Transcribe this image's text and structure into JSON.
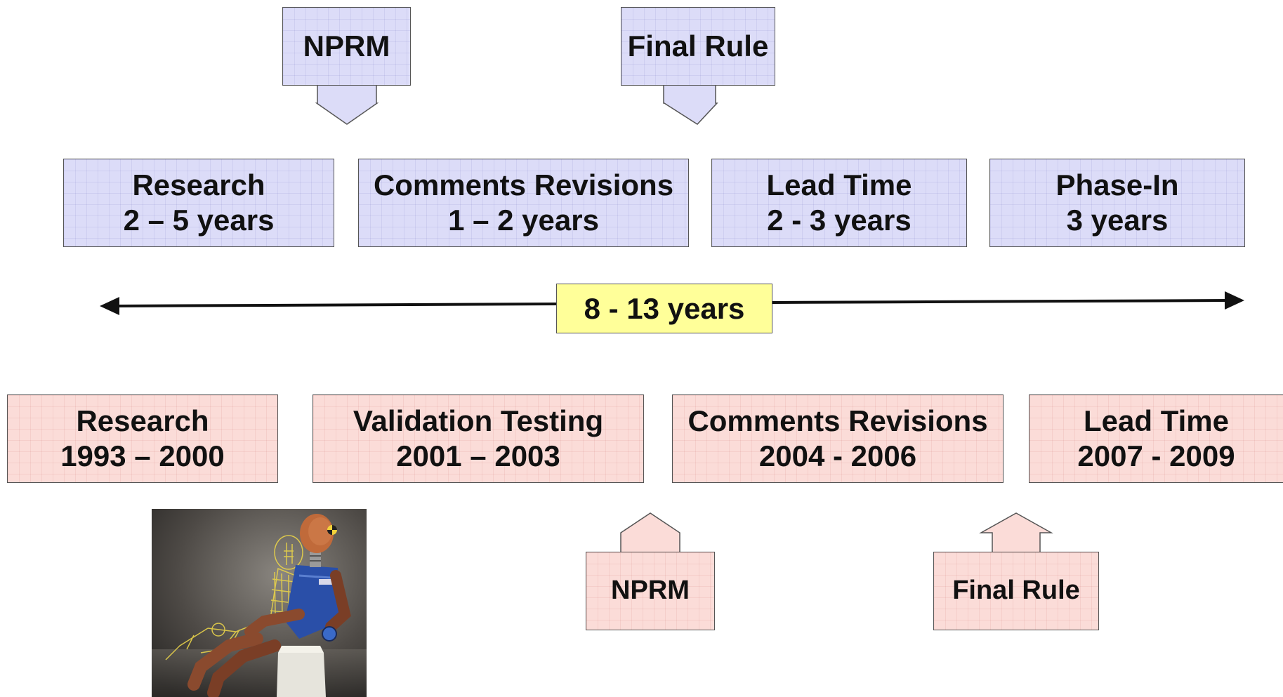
{
  "top_row": {
    "callouts": [
      {
        "label": "NPRM"
      },
      {
        "label": "Final Rule"
      }
    ],
    "phases": [
      {
        "title": "Research",
        "duration": "2 – 5 years"
      },
      {
        "title": "Comments Revisions",
        "duration": "1 – 2 years"
      },
      {
        "title": "Lead Time",
        "duration": "2 - 3 years"
      },
      {
        "title": "Phase-In",
        "duration": "3 years"
      }
    ]
  },
  "span": {
    "label": "8 - 13 years"
  },
  "bottom_row": {
    "phases": [
      {
        "title": "Research",
        "duration": "1993 – 2000"
      },
      {
        "title": "Validation Testing",
        "duration": "2001 – 2003"
      },
      {
        "title": "Comments Revisions",
        "duration": "2004 - 2006"
      },
      {
        "title": "Lead Time",
        "duration": "2007 - 2009"
      }
    ],
    "callouts": [
      {
        "label": "NPRM"
      },
      {
        "label": "Final Rule"
      }
    ]
  },
  "colors": {
    "top_fill": "#dcdcf8",
    "bottom_fill": "#fbdcd8",
    "span_fill": "#ffff99",
    "border": "#555555"
  },
  "image": {
    "subject": "crash-test-dummy"
  }
}
